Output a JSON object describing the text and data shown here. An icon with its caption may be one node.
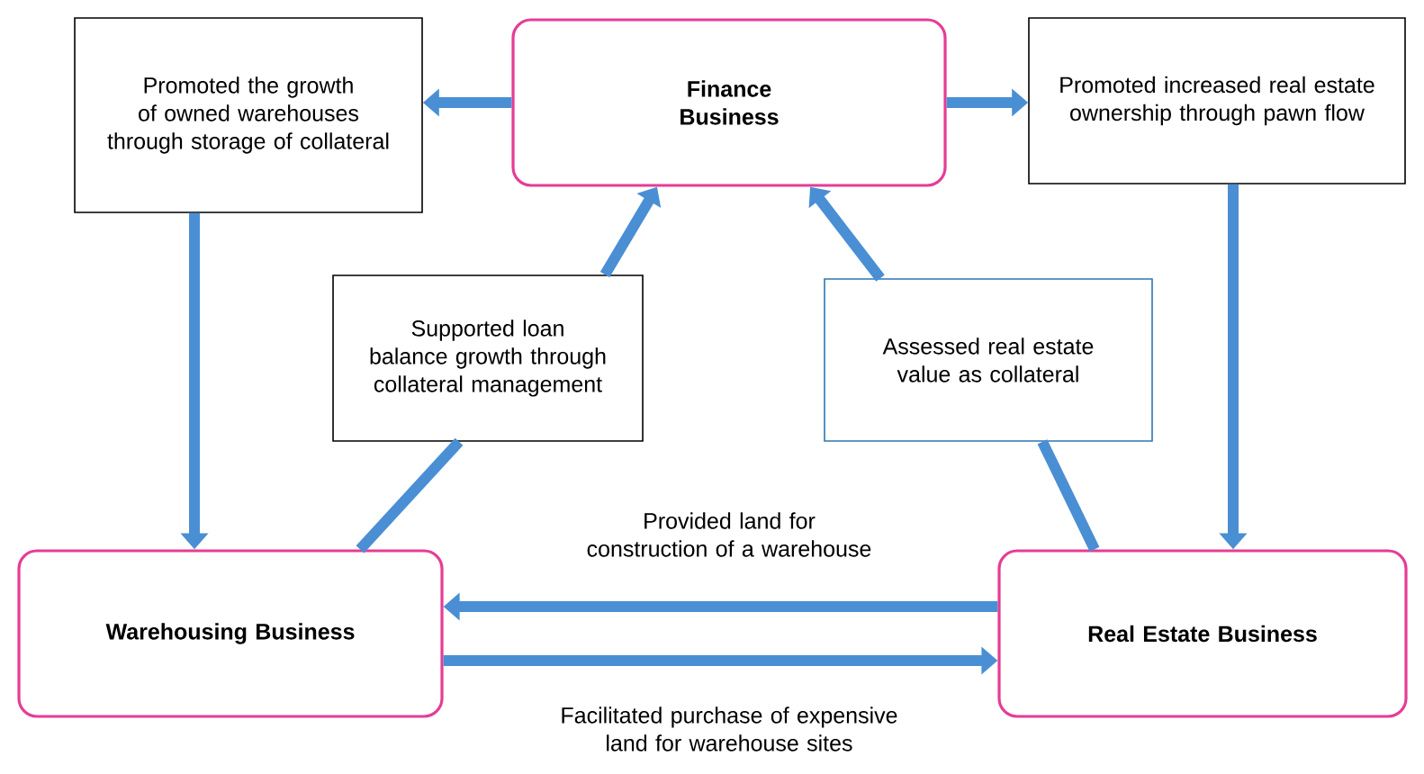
{
  "diagram": {
    "nodes": [
      {
        "text": [
          "Finance Business"
        ]
      },
      {
        "text": [
          "Promoted the growth of owned warehouses through storage of collateral"
        ]
      },
      {
        "text": [
          "Promoted increased real estate ownership through pawn flow"
        ]
      },
      {
        "text": [
          "Supported loan balance growth through collateral management"
        ]
      },
      {
        "text": [
          "Assessed real estate value as collateral"
        ]
      },
      {
        "text": [
          "Warehousing Business"
        ]
      },
      {
        "text": [
          "Real Estate Business"
        ]
      }
    ],
    "edges": [
      {
        "from": 0,
        "to": 1,
        "arrow": "to"
      },
      {
        "from": 0,
        "to": 2,
        "arrow": "to"
      },
      {
        "from": 1,
        "to": 5,
        "arrow": "to"
      },
      {
        "from": 2,
        "to": 6,
        "arrow": "to"
      },
      {
        "from": 5,
        "to": 3,
        "arrow": "none"
      },
      {
        "from": 3,
        "to": 0,
        "arrow": "to"
      },
      {
        "from": 6,
        "to": 4,
        "arrow": "none"
      },
      {
        "from": 4,
        "to": 0,
        "arrow": "to"
      },
      {
        "from": 6,
        "to": 5,
        "arrow": "to",
        "label": "Provided land for construction of a warehouse"
      },
      {
        "from": 5,
        "to": 6,
        "arrow": "to",
        "label": "Facilitated purchase of expensive land for warehouse sites"
      }
    ]
  }
}
